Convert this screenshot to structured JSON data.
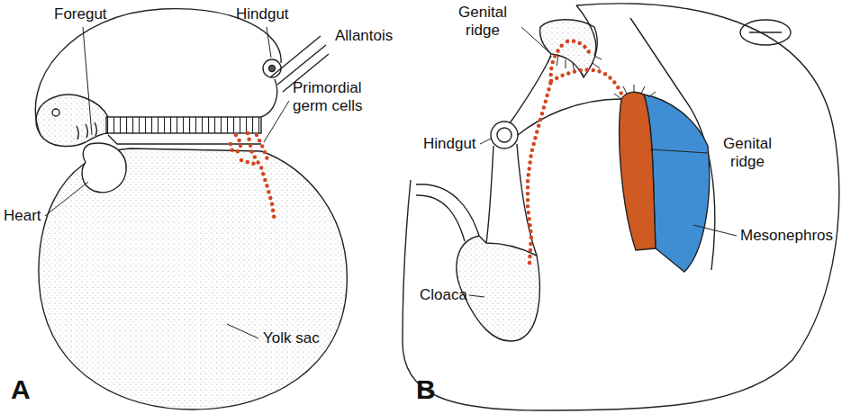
{
  "diagram": {
    "labels": [
      "Foregut",
      "Hindgut",
      "Allantois",
      "Heart",
      "Primordial germ cells",
      "Yolk sac",
      "A",
      "Genital ridge",
      "Hindgut",
      "Genital ridge",
      "Mesonephros",
      "Cloaca",
      "B"
    ]
  }
}
